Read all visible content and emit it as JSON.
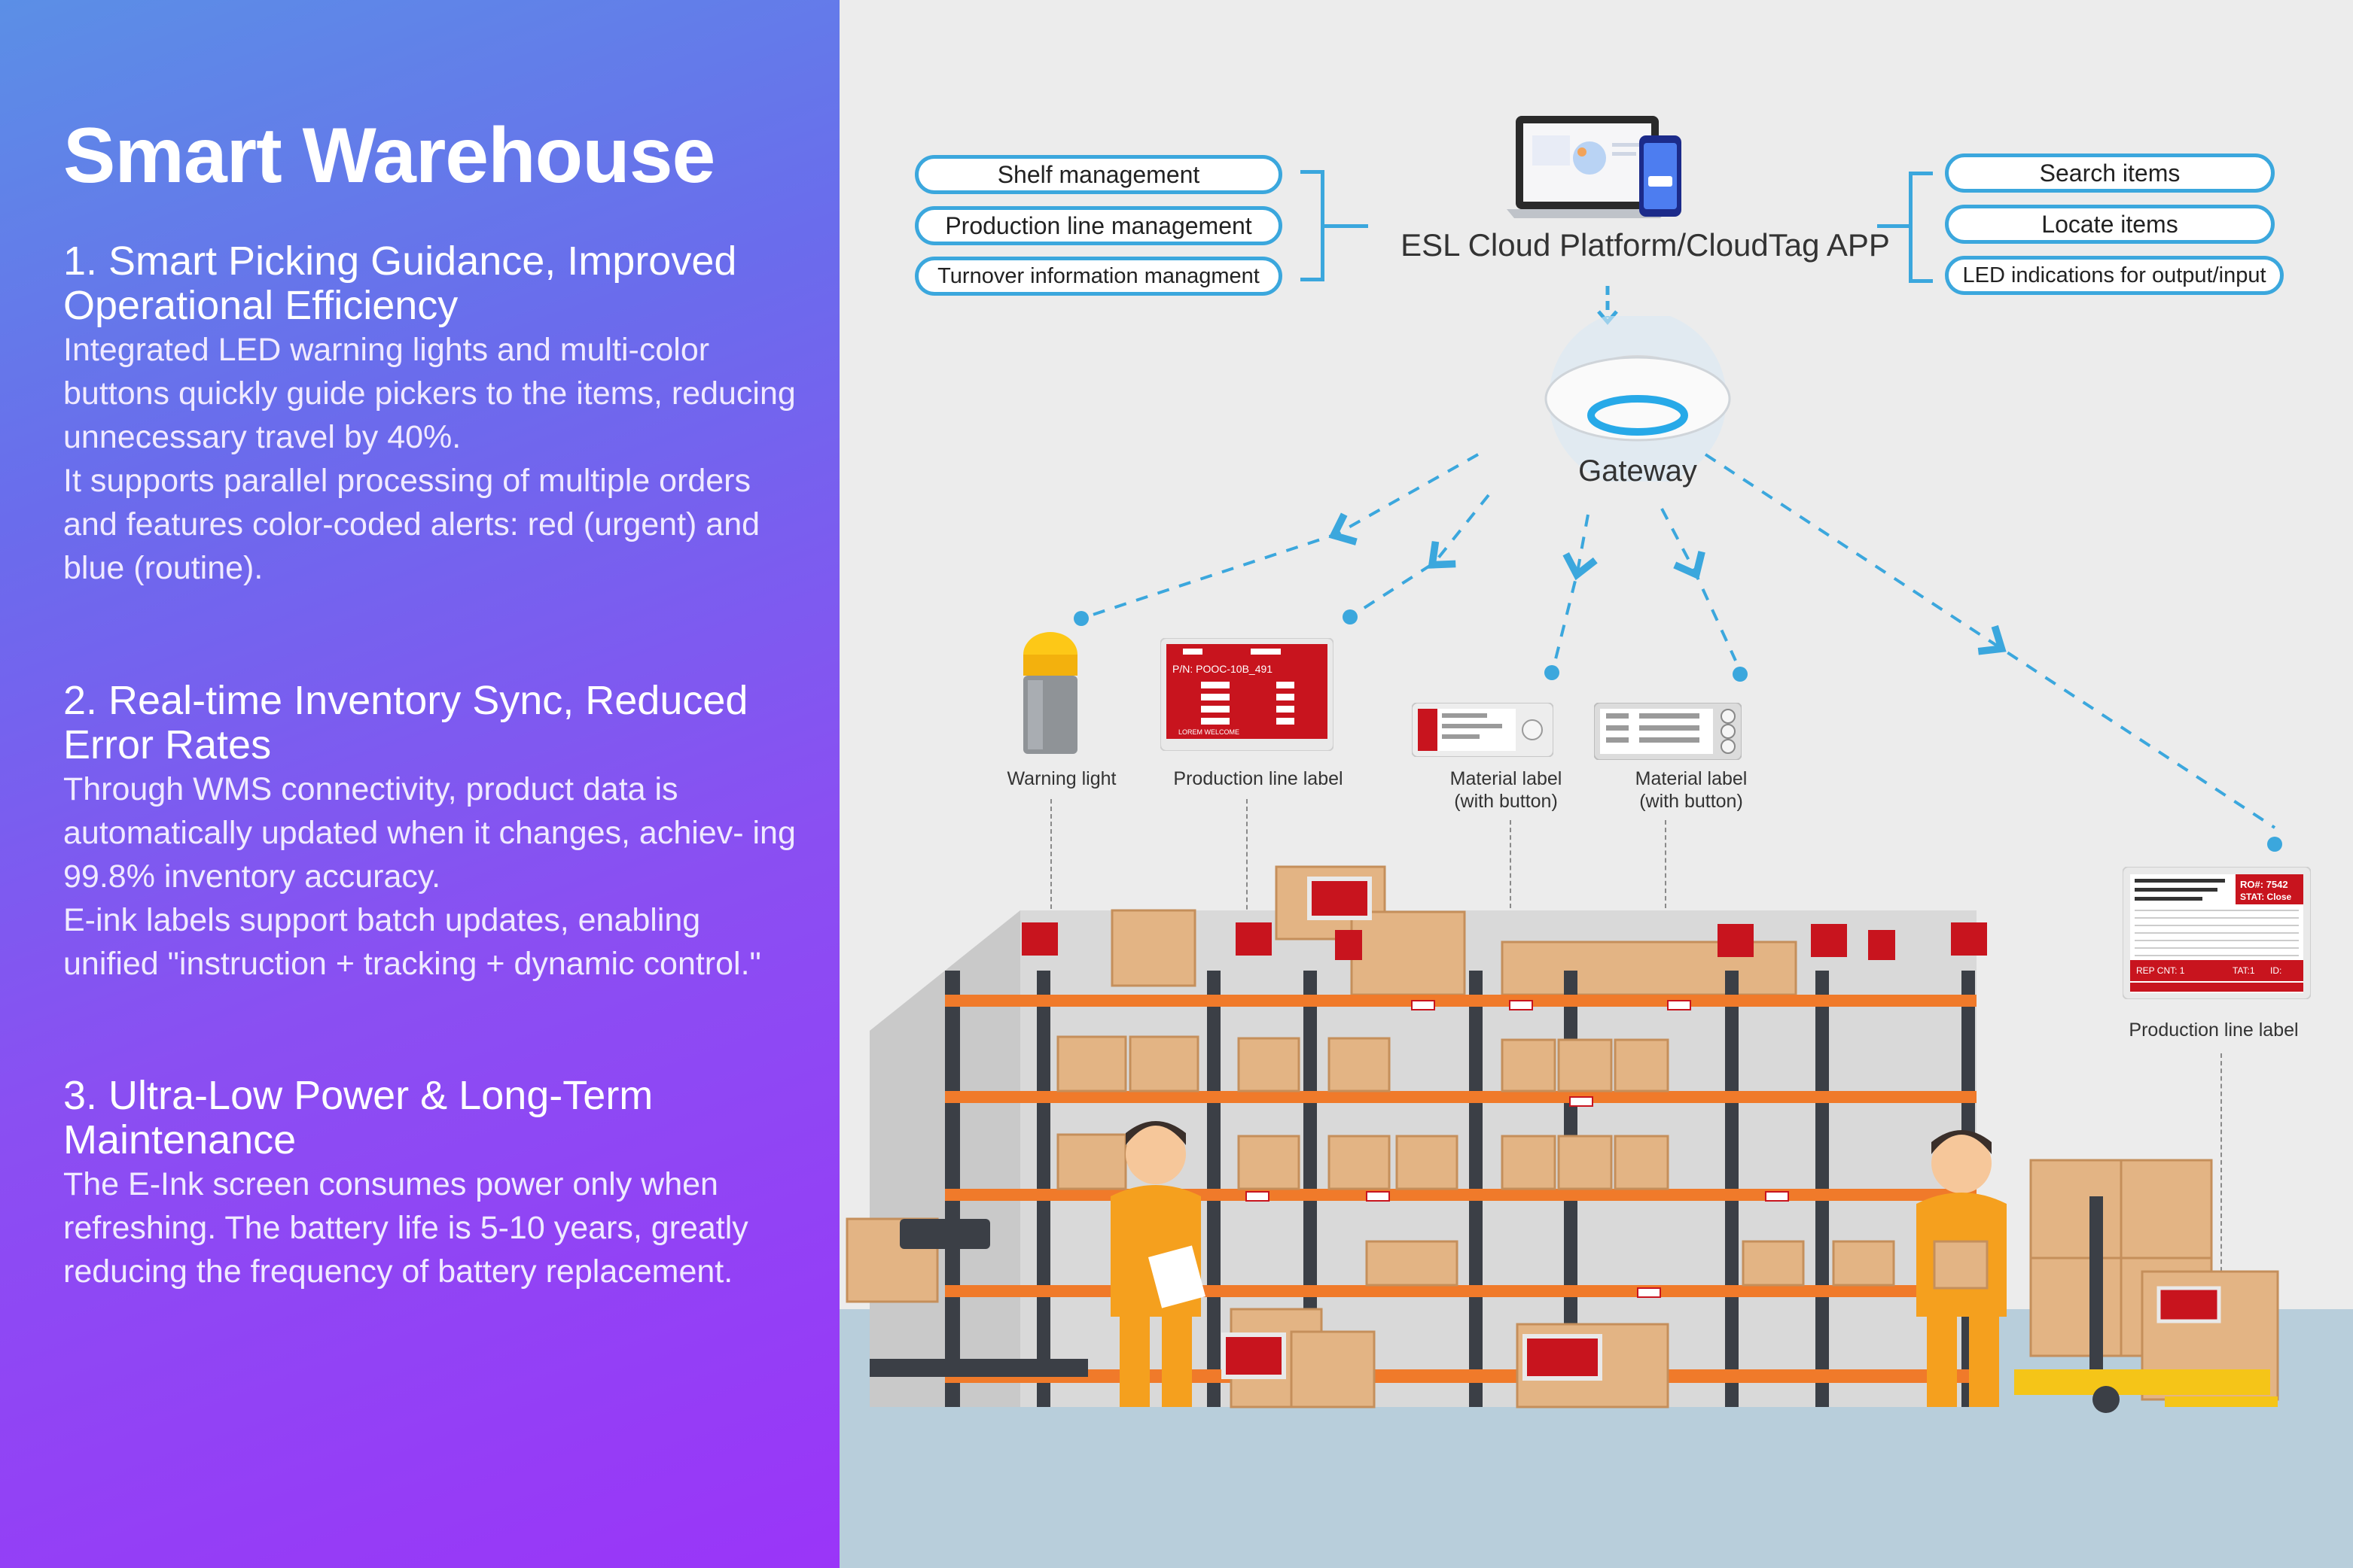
{
  "left": {
    "title": "Smart Warehouse",
    "sections": [
      {
        "heading": "1. Smart Picking Guidance, Improved Operational Efficiency",
        "body": "Integrated LED warning lights and multi-color buttons quickly guide pickers to the items, reducing unnecessary travel by 40%.\nIt supports parallel processing of multiple orders and features color-coded alerts: red (urgent) and blue (routine)."
      },
      {
        "heading": "2. Real-time Inventory Sync, Reduced Error Rates",
        "body": "Through WMS connectivity, product data is automatically updated when it changes, achiev- ing 99.8% inventory accuracy.\nE-ink labels support batch updates, enabling unified \"instruction + tracking + dynamic control.\""
      },
      {
        "heading": "3. Ultra-Low Power & Long-Term Maintenance",
        "body": "The E-Ink screen consumes power only when refreshing. The battery life is 5-10 years, greatly reducing the frequency of battery replacement."
      }
    ]
  },
  "diagram": {
    "platform_label": "ESL Cloud Platform/CloudTag APP",
    "left_functions": [
      "Shelf management",
      "Production line management",
      "Turnover information managment"
    ],
    "right_functions": [
      "Search items",
      "Locate items",
      "LED indications for output/input"
    ],
    "gateway_label": "Gateway",
    "devices": [
      {
        "label": "Warning light"
      },
      {
        "label": "Production line label"
      },
      {
        "label": "Material label\n(with button)"
      },
      {
        "label": "Material label\n(with button)"
      },
      {
        "label": "Production line label"
      }
    ],
    "label_screens": {
      "production_label_1": {
        "pn": "P/N: POOC-10B_491",
        "footer": "LOREM WELCOME"
      },
      "production_label_2": {
        "ro": "RO#: 7542",
        "stat": "STAT: Close",
        "rep": "REP CNT: 1",
        "tat": "TAT:1",
        "id": "ID:"
      }
    },
    "colors": {
      "accent_blue": "#3ba7dd",
      "rack_orange": "#f07a2a",
      "label_red": "#c8141e",
      "worker_orange": "#f5a01e"
    }
  }
}
